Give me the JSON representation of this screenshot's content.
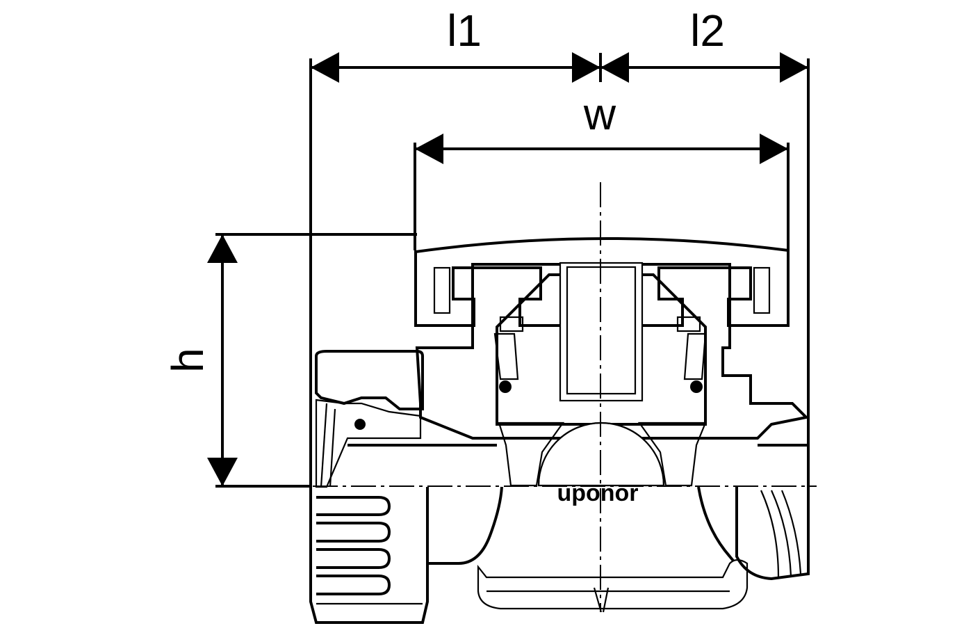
{
  "drawing": {
    "dimensions": {
      "l1": "l1",
      "l2": "l2",
      "w": "w",
      "h": "h"
    },
    "logo_text": "uponor",
    "colors": {
      "line": "#000000",
      "background": "#ffffff"
    }
  }
}
